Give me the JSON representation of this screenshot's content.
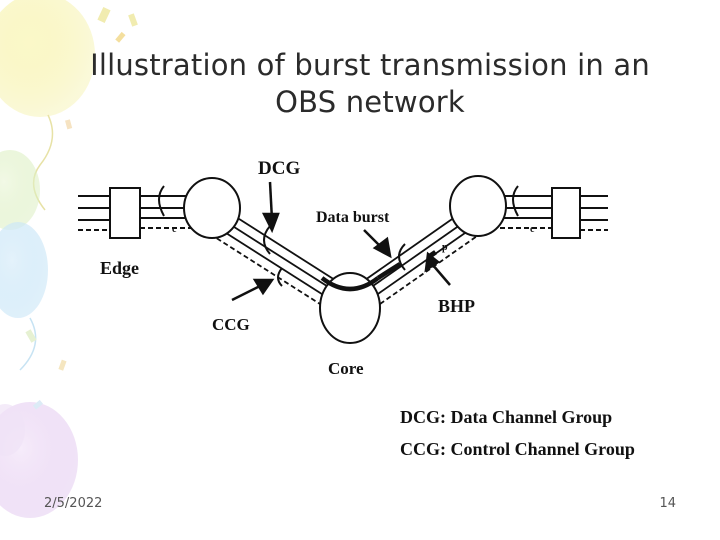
{
  "slide": {
    "title_line1": "Illustration of burst transmission in an",
    "title_line2": "OBS network",
    "date": "2/5/2022",
    "page_number": "14"
  },
  "diagram": {
    "labels": {
      "dcg": "DCG",
      "data_burst": "Data burst",
      "edge": "Edge",
      "ccg": "CCG",
      "bhp": "BHP",
      "core": "Core"
    },
    "legend": [
      "DCG: Data Channel Group",
      "CCG: Control Channel Group"
    ]
  }
}
